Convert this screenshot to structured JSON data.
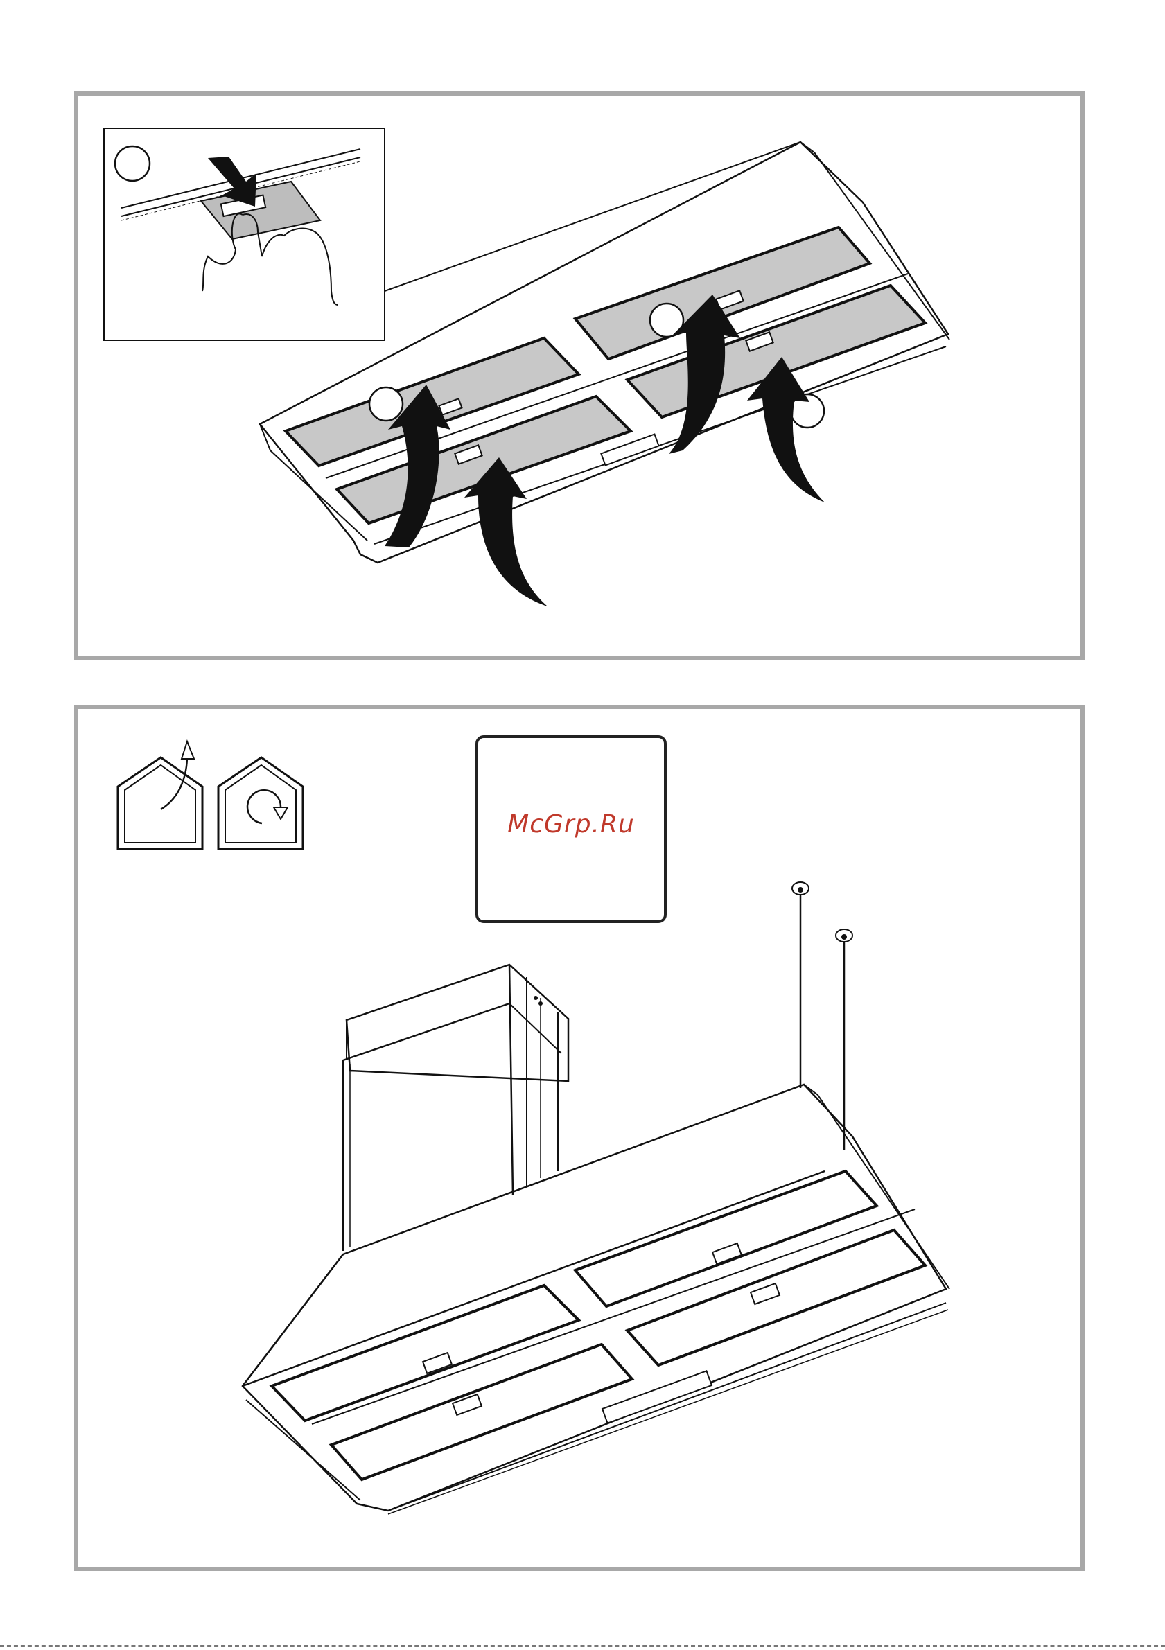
{
  "watermark": {
    "text": "McGrp.Ru"
  },
  "steps": [
    {
      "id": "step-1",
      "callouts": [
        "filter-latch-detail",
        "filter-grease-1",
        "filter-grease-2",
        "filter-grease-3"
      ]
    },
    {
      "id": "step-2",
      "icons": [
        "ducted-exhaust-icon",
        "recirculation-icon"
      ]
    }
  ],
  "colors": {
    "panel_border": "#a8a8a8",
    "filter_fill": "#c8c8c8",
    "line": "#111111",
    "watermark": "#c0392b"
  }
}
